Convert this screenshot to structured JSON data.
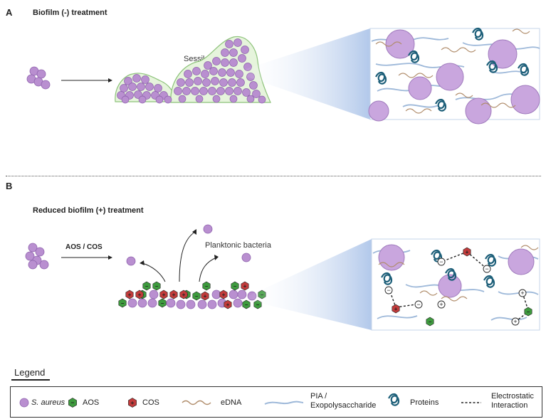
{
  "panelA": {
    "letter": "A",
    "title": "Biofilm (-) treatment",
    "sessile_label": "Sessile bacteria"
  },
  "panelB": {
    "letter": "B",
    "title": "Reduced biofilm (+) treatment",
    "arrow_label": "AOS / COS",
    "planktonic_label": "Planktonic bacteria"
  },
  "legend": {
    "title": "Legend",
    "items": [
      {
        "label": "S. aureus",
        "icon": "s-aureus-icon"
      },
      {
        "label": "AOS",
        "icon": "aos-icon"
      },
      {
        "label": "COS",
        "icon": "cos-icon"
      },
      {
        "label": "eDNA",
        "icon": "edna-icon"
      },
      {
        "label": "PIA /",
        "label2": "Exopolysaccharide",
        "icon": "pia-icon"
      },
      {
        "label": "Proteins",
        "icon": "protein-icon"
      },
      {
        "label": "Electrostatic",
        "label2": "Interaction",
        "icon": "electrostatic-line-icon"
      }
    ]
  },
  "colors": {
    "bacteria": "#b98fd0",
    "bacteria_stroke": "#8e62ad",
    "biofilm_fill": "#e6f4dc",
    "biofilm_stroke": "#8dc27a",
    "aos": "#3e9b3e",
    "cos": "#c23b3b",
    "protein": "#1d5f79",
    "edna": "#b08c6a",
    "pia": "#9db8d9"
  }
}
